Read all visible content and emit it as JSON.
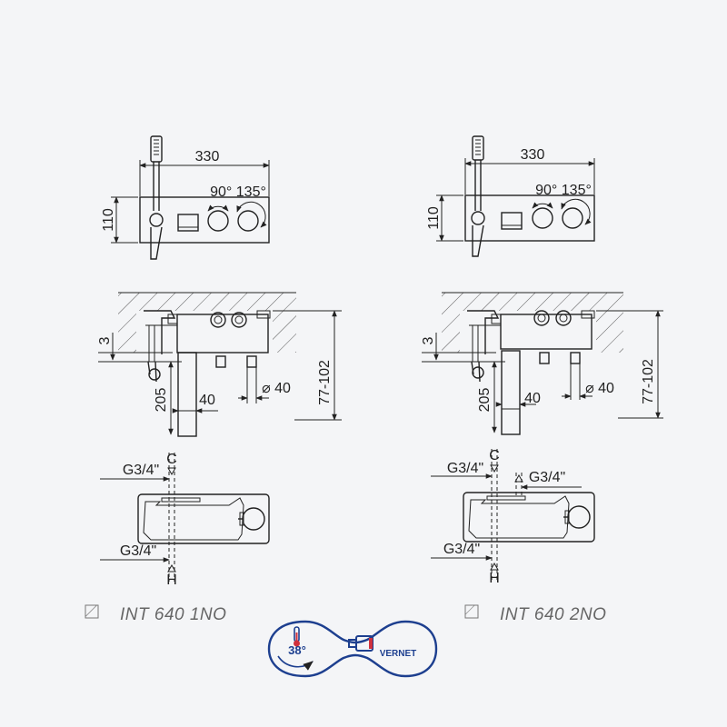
{
  "dims": {
    "width": "330",
    "angles": "90° 135°",
    "height": "110",
    "offset": "3",
    "depth": "205",
    "spout": "40",
    "diameter": "⌀ 40",
    "range": "77-102",
    "thread": "G3/4\"",
    "cold": "C",
    "hot": "H"
  },
  "models": {
    "left": "INT 640 1NO",
    "right": "INT 640 2NO"
  },
  "badge": {
    "temperature": "38°",
    "brand": "VERNET"
  },
  "colors": {
    "accent": "#1d3f8f",
    "line": "#222222"
  }
}
